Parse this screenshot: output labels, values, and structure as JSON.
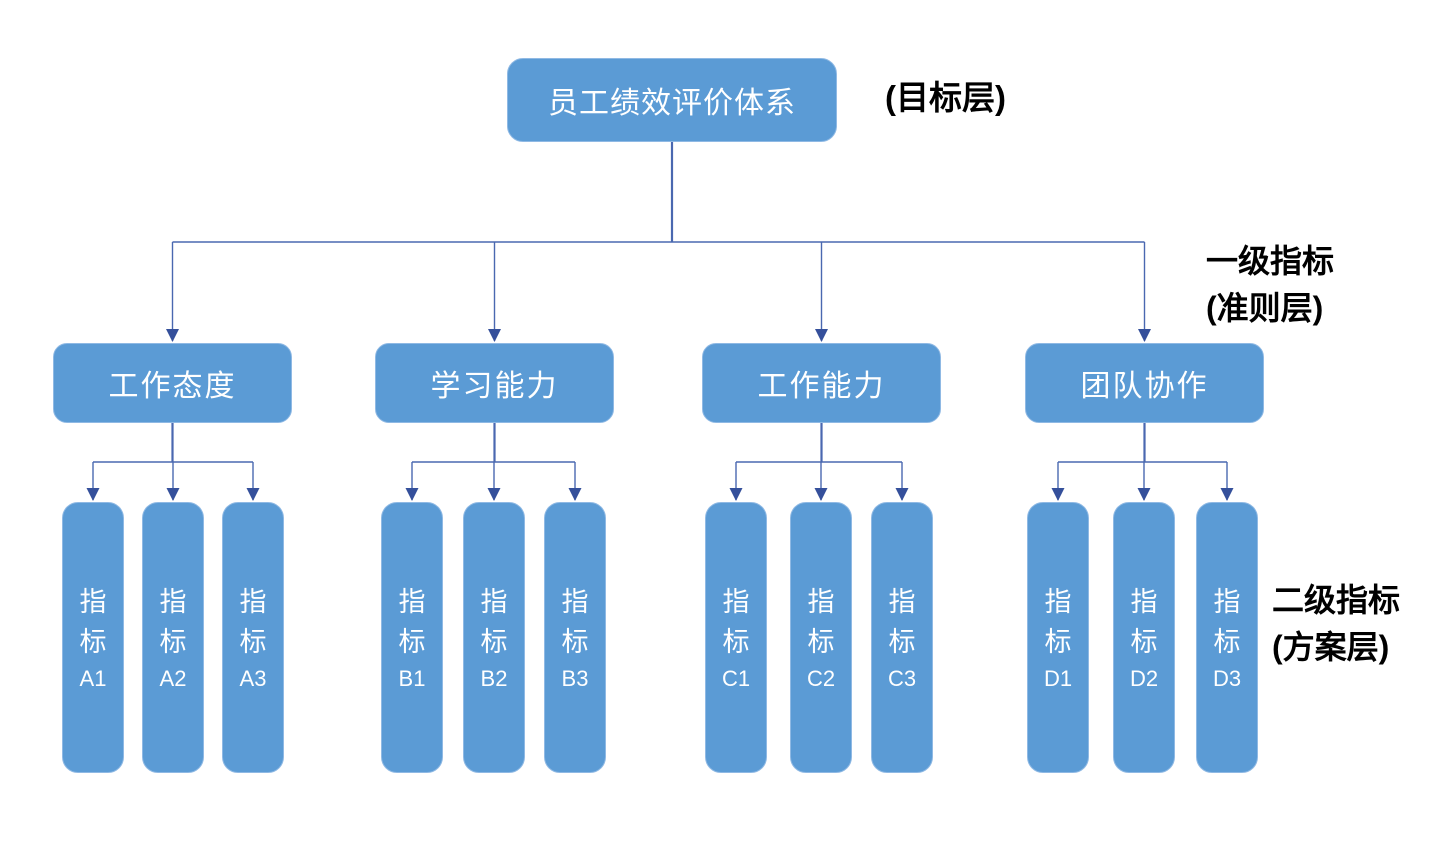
{
  "colors": {
    "node-fill": "#5B9BD5",
    "node-border": "#8FB9E4",
    "node-text": "#FFFFFF",
    "connector": "#4A68B0",
    "arrow": "#35509B",
    "annotation-text": "#000000",
    "background": "#FFFFFF"
  },
  "diagram": {
    "root": {
      "label": "员工绩效评价体系"
    },
    "annotations": {
      "goal": "(目标层)",
      "criteria": [
        "一级指标",
        "(准则层)"
      ],
      "scheme": [
        "二级指标",
        "(方案层)"
      ]
    },
    "groups": [
      {
        "label": "工作态度",
        "leaves": [
          {
            "label": "指标",
            "code": "A1"
          },
          {
            "label": "指标",
            "code": "A2"
          },
          {
            "label": "指标",
            "code": "A3"
          }
        ]
      },
      {
        "label": "学习能力",
        "leaves": [
          {
            "label": "指标",
            "code": "B1"
          },
          {
            "label": "指标",
            "code": "B2"
          },
          {
            "label": "指标",
            "code": "B3"
          }
        ]
      },
      {
        "label": "工作能力",
        "leaves": [
          {
            "label": "指标",
            "code": "C1"
          },
          {
            "label": "指标",
            "code": "C2"
          },
          {
            "label": "指标",
            "code": "C3"
          }
        ]
      },
      {
        "label": "团队协作",
        "leaves": [
          {
            "label": "指标",
            "code": "D1"
          },
          {
            "label": "指标",
            "code": "D2"
          },
          {
            "label": "指标",
            "code": "D3"
          }
        ]
      }
    ]
  }
}
